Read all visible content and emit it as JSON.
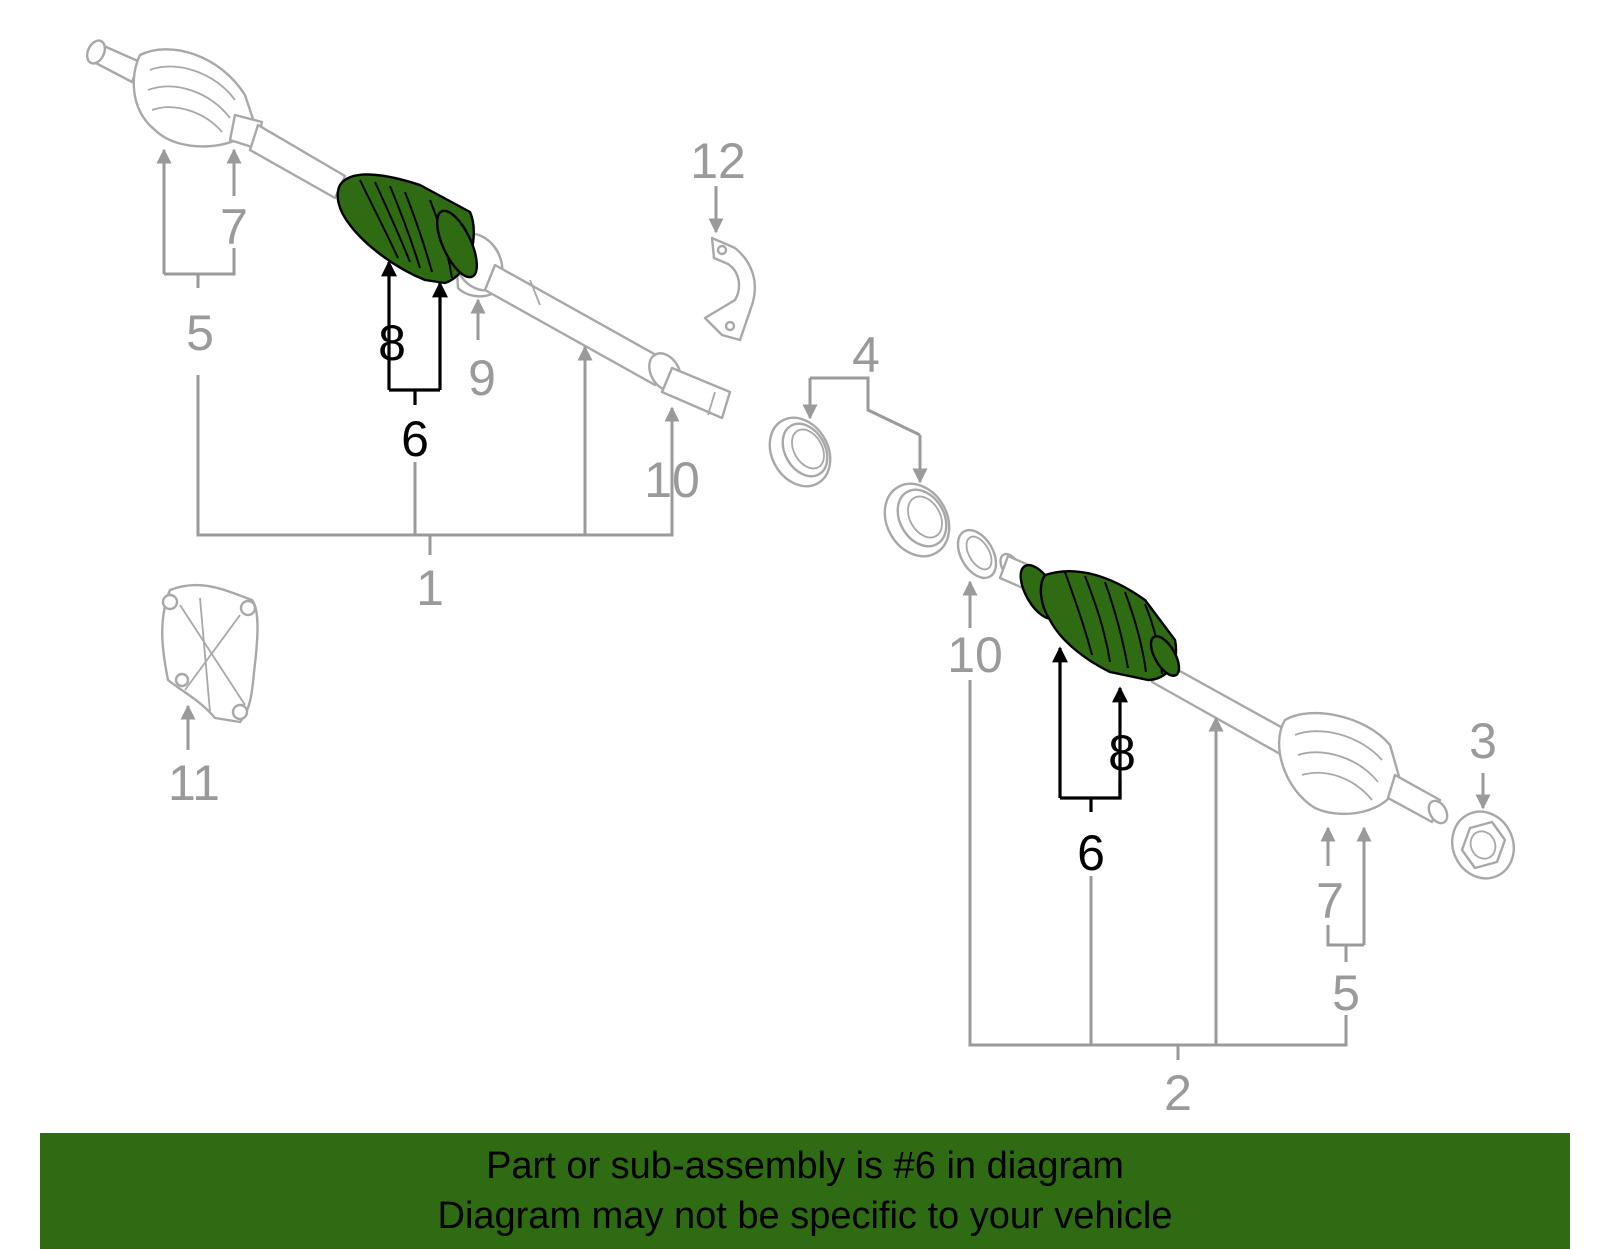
{
  "callouts": {
    "c1": "1",
    "c2": "2",
    "c3": "3",
    "c4": "4",
    "c5_left": "5",
    "c5_right": "5",
    "c6_left": "6",
    "c6_right": "6",
    "c7_left": "7",
    "c7_right": "7",
    "c8_left": "8",
    "c8_right": "8",
    "c9": "9",
    "c10_left": "10",
    "c10_right": "10",
    "c11": "11",
    "c12": "12"
  },
  "highlighted_part": "6",
  "colors": {
    "highlight": "#2e6b12",
    "callout_grey": "#9a9a9a",
    "callout_active": "#000000"
  },
  "banner": {
    "line1": "Part or sub-assembly is #6 in diagram",
    "line2": "Diagram may not be specific to your vehicle"
  }
}
